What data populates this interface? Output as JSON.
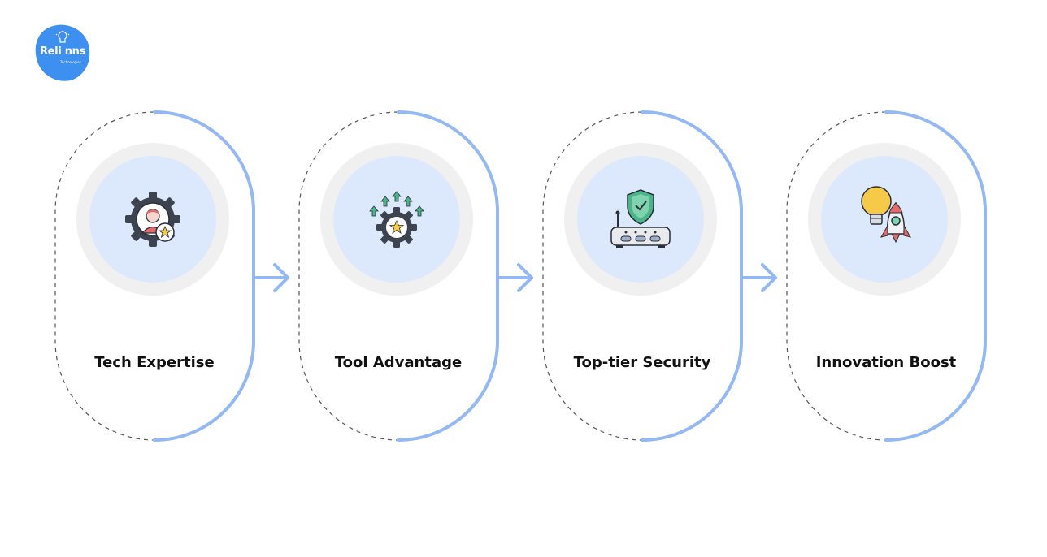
{
  "logo": {
    "text": "Reli nns",
    "subtext": "Technologies",
    "color": "#3d8ff0"
  },
  "colors": {
    "accent": "#93b8f2",
    "circle_outer": "#f0f0f0",
    "circle_inner": "#dce8fc",
    "dashed": "#555555"
  },
  "steps": [
    {
      "label": "Tech Expertise",
      "icon": "expert-gear-icon"
    },
    {
      "label": "Tool Advantage",
      "icon": "gear-upgrade-icon"
    },
    {
      "label": "Top-tier Security",
      "icon": "secure-router-icon"
    },
    {
      "label": "Innovation Boost",
      "icon": "lightbulb-rocket-icon"
    }
  ]
}
